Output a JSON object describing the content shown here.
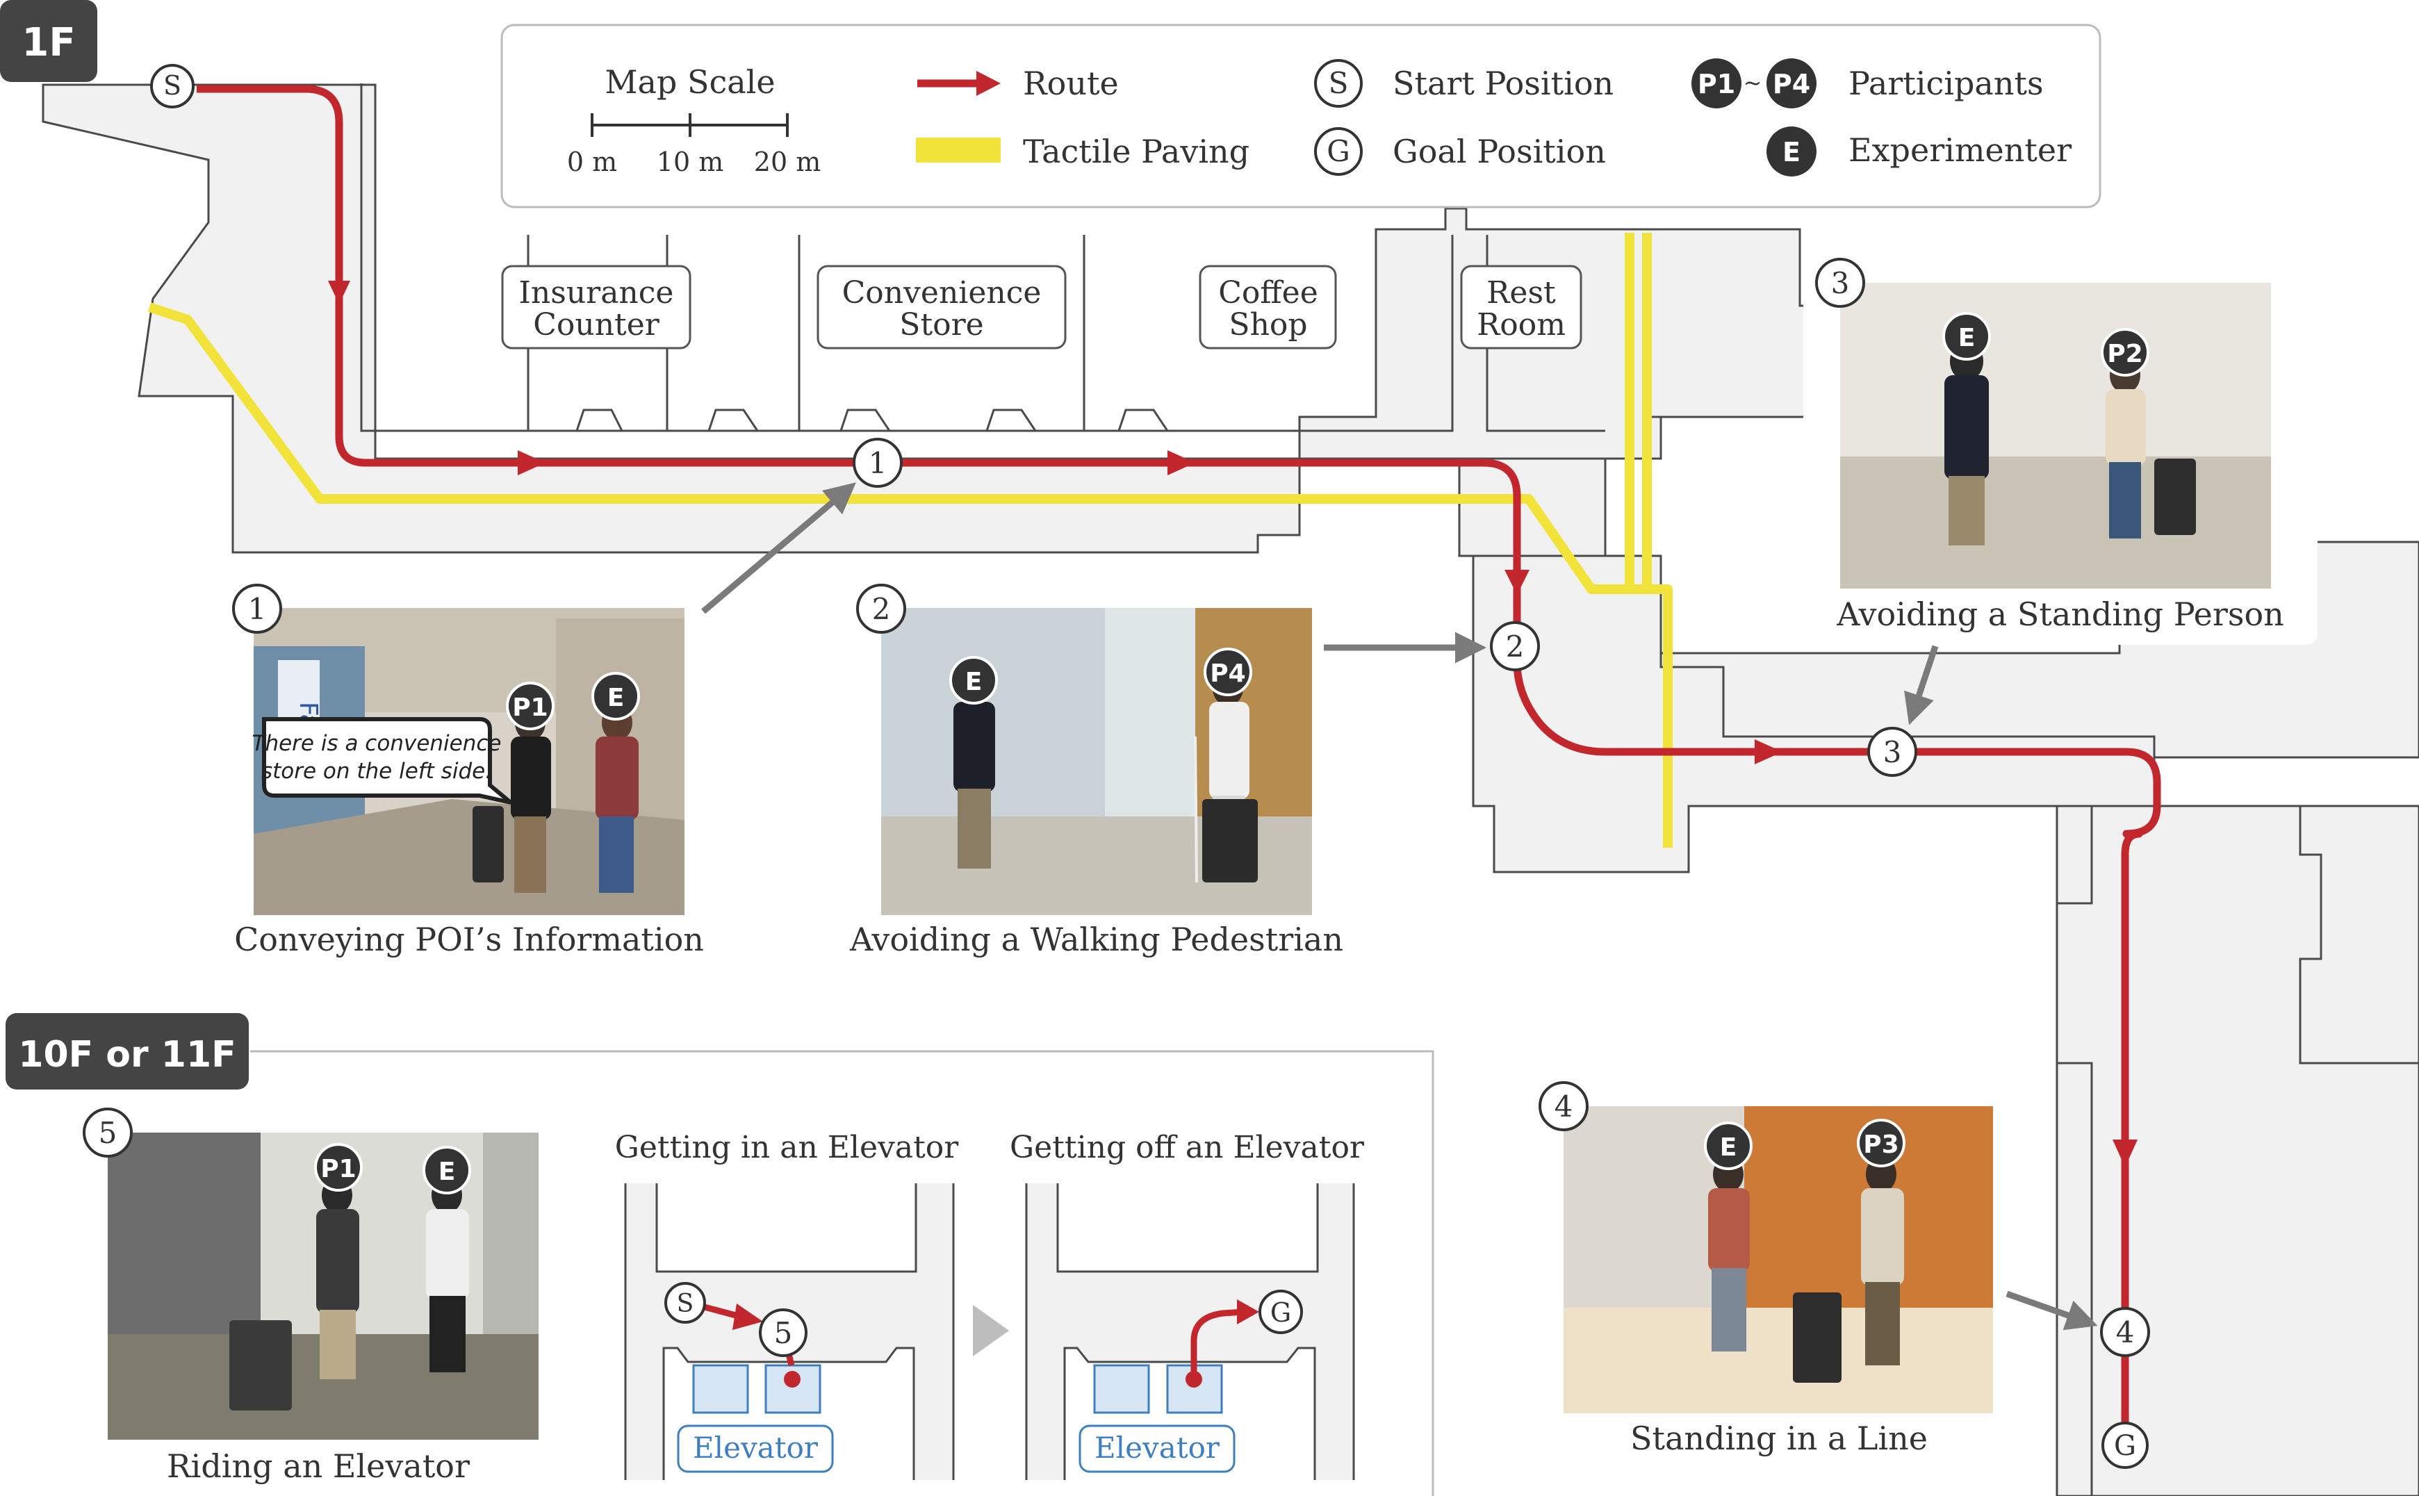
{
  "floors": {
    "first": "1F",
    "upper": "10F or 11F"
  },
  "legend": {
    "map_scale_title": "Map Scale",
    "scale_ticks": [
      "0 m",
      "10 m",
      "20 m"
    ],
    "route": "Route",
    "tactile_paving": "Tactile Paving",
    "start_symbol": "S",
    "start_position": "Start Position",
    "goal_symbol": "G",
    "goal_position": "Goal Position",
    "participant_first": "P1",
    "participant_sep": "~",
    "participant_last": "P4",
    "participants": "Participants",
    "experimenter_symbol": "E",
    "experimenter": "Experimenter"
  },
  "pois": {
    "insurance": [
      "Insurance",
      "Counter"
    ],
    "convenience": [
      "Convenience",
      "Store"
    ],
    "coffee": [
      "Coffee",
      "Shop"
    ],
    "restroom": [
      "Rest",
      "Room"
    ]
  },
  "route_markers": [
    "1",
    "2",
    "3",
    "4",
    "5"
  ],
  "scenes": {
    "s1": {
      "num": "1",
      "caption": "Conveying POI’s Information",
      "speech": [
        "There is a convenience",
        "store on the left side."
      ],
      "sign": "Fami",
      "tags": [
        "P1",
        "E"
      ]
    },
    "s2": {
      "num": "2",
      "caption": "Avoiding a Walking Pedestrian",
      "tags": [
        "E",
        "P4"
      ]
    },
    "s3": {
      "num": "3",
      "caption": "Avoiding a Standing Person",
      "tags": [
        "E",
        "P2"
      ]
    },
    "s4": {
      "num": "4",
      "caption": "Standing in a Line",
      "tags": [
        "E",
        "P3"
      ]
    },
    "s5": {
      "num": "5",
      "caption": "Riding an Elevator",
      "tags": [
        "P1",
        "E"
      ]
    }
  },
  "elevator_panels": {
    "getting_in": "Getting in an Elevator",
    "getting_off": "Getting off an Elevator",
    "elevator_label": "Elevator",
    "start_symbol": "S",
    "goal_symbol": "G",
    "marker": "5"
  },
  "colors": {
    "route": "#c1272d",
    "tactile": "#f2e33b",
    "floor": "#f2f2f2",
    "wall": "#555555",
    "badge": "#333333",
    "elevator_blue": "#3f7fc0"
  }
}
